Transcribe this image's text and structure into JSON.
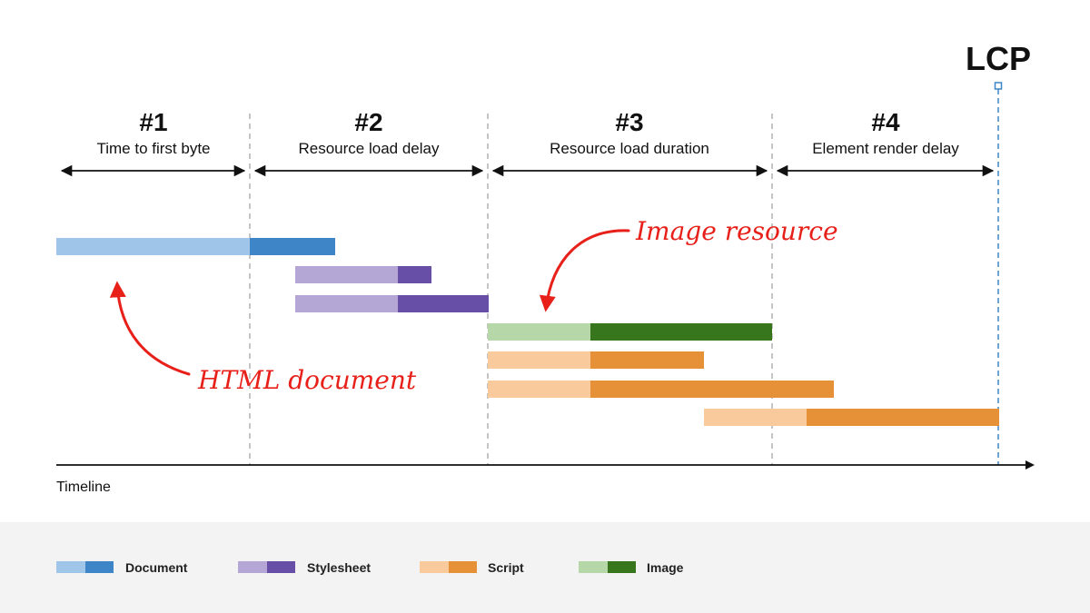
{
  "lcp_label": "LCP",
  "timeline_label": "Timeline",
  "phases": [
    {
      "number": "#1",
      "label": "Time to first byte"
    },
    {
      "number": "#2",
      "label": "Resource load delay"
    },
    {
      "number": "#3",
      "label": "Resource load duration"
    },
    {
      "number": "#4",
      "label": "Element render delay"
    }
  ],
  "annotations": {
    "image_resource": "Image resource",
    "html_document": "HTML document"
  },
  "legend": [
    {
      "label": "Document",
      "light": "#9fc5e8",
      "dark": "#3d85c6"
    },
    {
      "label": "Stylesheet",
      "light": "#b4a7d6",
      "dark": "#674ea7"
    },
    {
      "label": "Script",
      "light": "#f9cb9c",
      "dark": "#e69138"
    },
    {
      "label": "Image",
      "light": "#b6d7a8",
      "dark": "#38761d"
    }
  ],
  "colors": {
    "annotation": "#e8201a",
    "lcp_marker": "#3d85c6",
    "divider": "#b0b0b0",
    "legend_bg": "#f3f3f3"
  }
}
